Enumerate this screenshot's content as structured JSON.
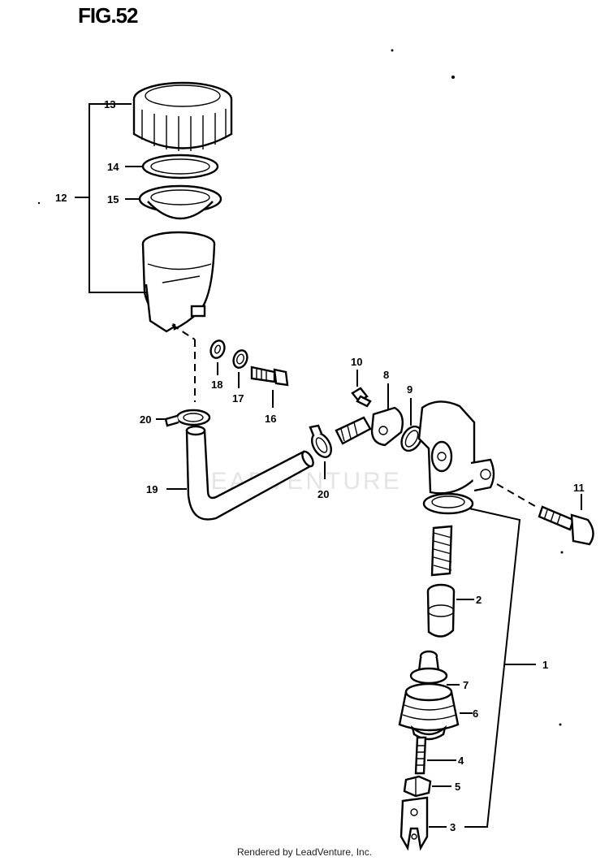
{
  "figure": {
    "title": "FIG.52",
    "footer": "Rendered by LeadVenture, Inc.",
    "watermark": "LEADVENTURE"
  },
  "callouts": {
    "c1": "1",
    "c2": "2",
    "c3": "3",
    "c4": "4",
    "c5": "5",
    "c6": "6",
    "c7": "7",
    "c8": "8",
    "c9": "9",
    "c10": "10",
    "c11": "11",
    "c12": "12",
    "c13": "13",
    "c14": "14",
    "c15": "15",
    "c16": "16",
    "c17": "17",
    "c18": "18",
    "c19": "19",
    "c20a": "20",
    "c20b": "20"
  }
}
